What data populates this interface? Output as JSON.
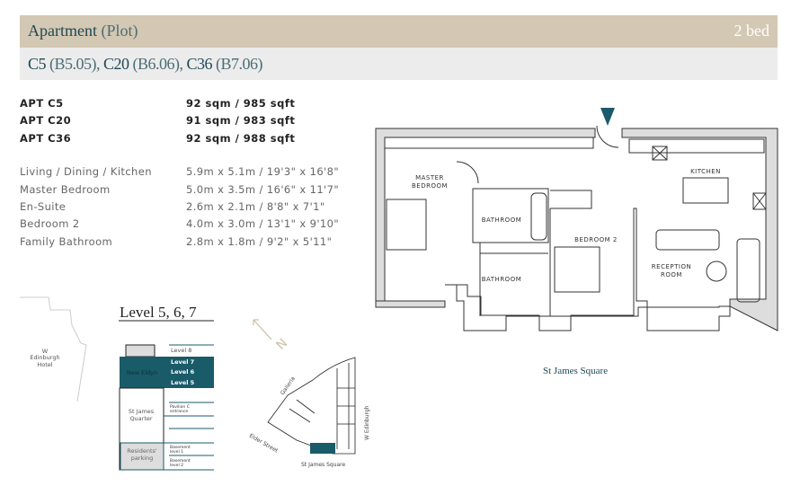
{
  "header": {
    "title": "Apartment",
    "title_suffix": "(Plot)",
    "beds": "2 bed"
  },
  "plots": [
    {
      "name": "C5",
      "ref": "(B5.05),"
    },
    {
      "name": "C20",
      "ref": "(B6.06),"
    },
    {
      "name": "C36",
      "ref": "(B7.06)"
    }
  ],
  "apartments": [
    {
      "name": "APT C5",
      "area": "92 sqm / 985 sqft"
    },
    {
      "name": "APT C20",
      "area": "91 sqm / 983 sqft"
    },
    {
      "name": "APT C36",
      "area": "92 sqm / 988 sqft"
    }
  ],
  "rooms": [
    {
      "name": "Living / Dining / Kitchen",
      "size": "5.9m x 5.1m / 19'3\" x 16'8\""
    },
    {
      "name": "Master Bedroom",
      "size": "5.0m x 3.5m / 16'6\" x 11'7\""
    },
    {
      "name": "En-Suite",
      "size": "2.6m x 2.1m / 8'8\" x 7'1\""
    },
    {
      "name": "Bedroom 2",
      "size": "4.0m x 3.0m / 13'1\" x 9'10\""
    },
    {
      "name": "Family Bathroom",
      "size": "2.8m x 1.8m / 9'2\" x 5'11\""
    }
  ],
  "floorplan": {
    "labels": {
      "master1": "MASTER",
      "master2": "BEDROOM",
      "bath1": "BATHROOM",
      "bath2": "BATHROOM",
      "bed2": "BEDROOM 2",
      "kitchen": "KITCHEN",
      "reception1": "RECEPTION",
      "reception2": "ROOM"
    },
    "street": "St James Square",
    "accent": "#1a5b69"
  },
  "level_key": {
    "title": "Level 5, 6, 7",
    "building": "New Eldyn",
    "levels": [
      "Level 8",
      "Level 7",
      "Level 6",
      "Level 5"
    ],
    "quarter1": "St James",
    "quarter2": "Quarter",
    "pavilion1": "Pavilion C",
    "pavilion2": "entrance",
    "parking1": "Residents'",
    "parking2": "parking",
    "basement1a": "Basement",
    "basement1b": "level 1",
    "basement2a": "Basement",
    "basement2b": "level 2"
  },
  "site_map": {
    "hotel1": "W",
    "hotel2": "Edinburgh",
    "hotel3": "Hotel",
    "compass": "N",
    "streets": [
      "Galleria",
      "W Edinburgh",
      "Elder Street",
      "St James Square"
    ]
  }
}
